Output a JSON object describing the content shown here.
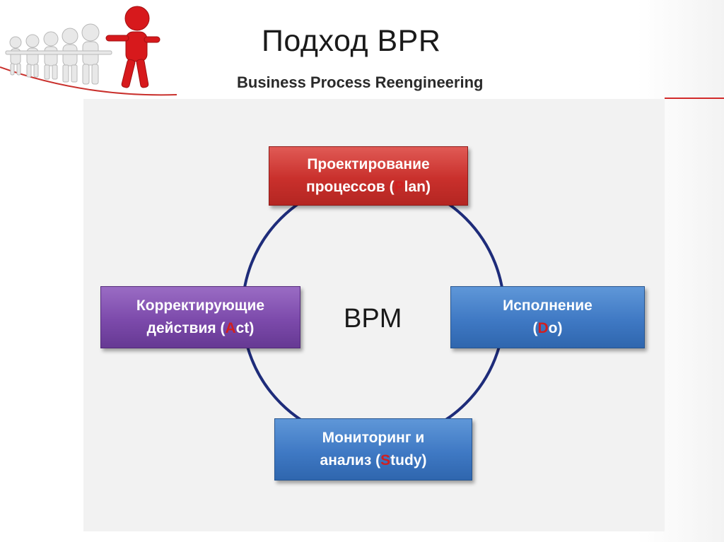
{
  "slide": {
    "title": "Подход BPR",
    "subtitle": "Business Process Reengineering"
  },
  "diagram": {
    "center": "BPM",
    "plan": {
      "line1": "Проектирование",
      "line2_pre": "процессов (",
      "letter": "P",
      "line2_post": "lan)"
    },
    "do": {
      "line1": "Исполнение",
      "line2_pre": "(",
      "letter": "D",
      "line2_post": "o)"
    },
    "study": {
      "line1": "Мониторинг и",
      "line2_pre": "анализ (",
      "letter": "S",
      "line2_post": "tudy)"
    },
    "act": {
      "line1": "Корректирующие",
      "line2_pre": "действия (",
      "letter": "A",
      "line2_post": "ct)"
    }
  },
  "colors": {
    "plan": "#c9302c",
    "do": "#3f79c4",
    "study": "#3f79c4",
    "act": "#7c4aab",
    "cycle_ring": "#1e2c7a",
    "letter_highlight": "#d11f1f",
    "accent_line": "#d22a2a"
  },
  "icons": {
    "header_illustration": "leader-figures-illustration"
  }
}
